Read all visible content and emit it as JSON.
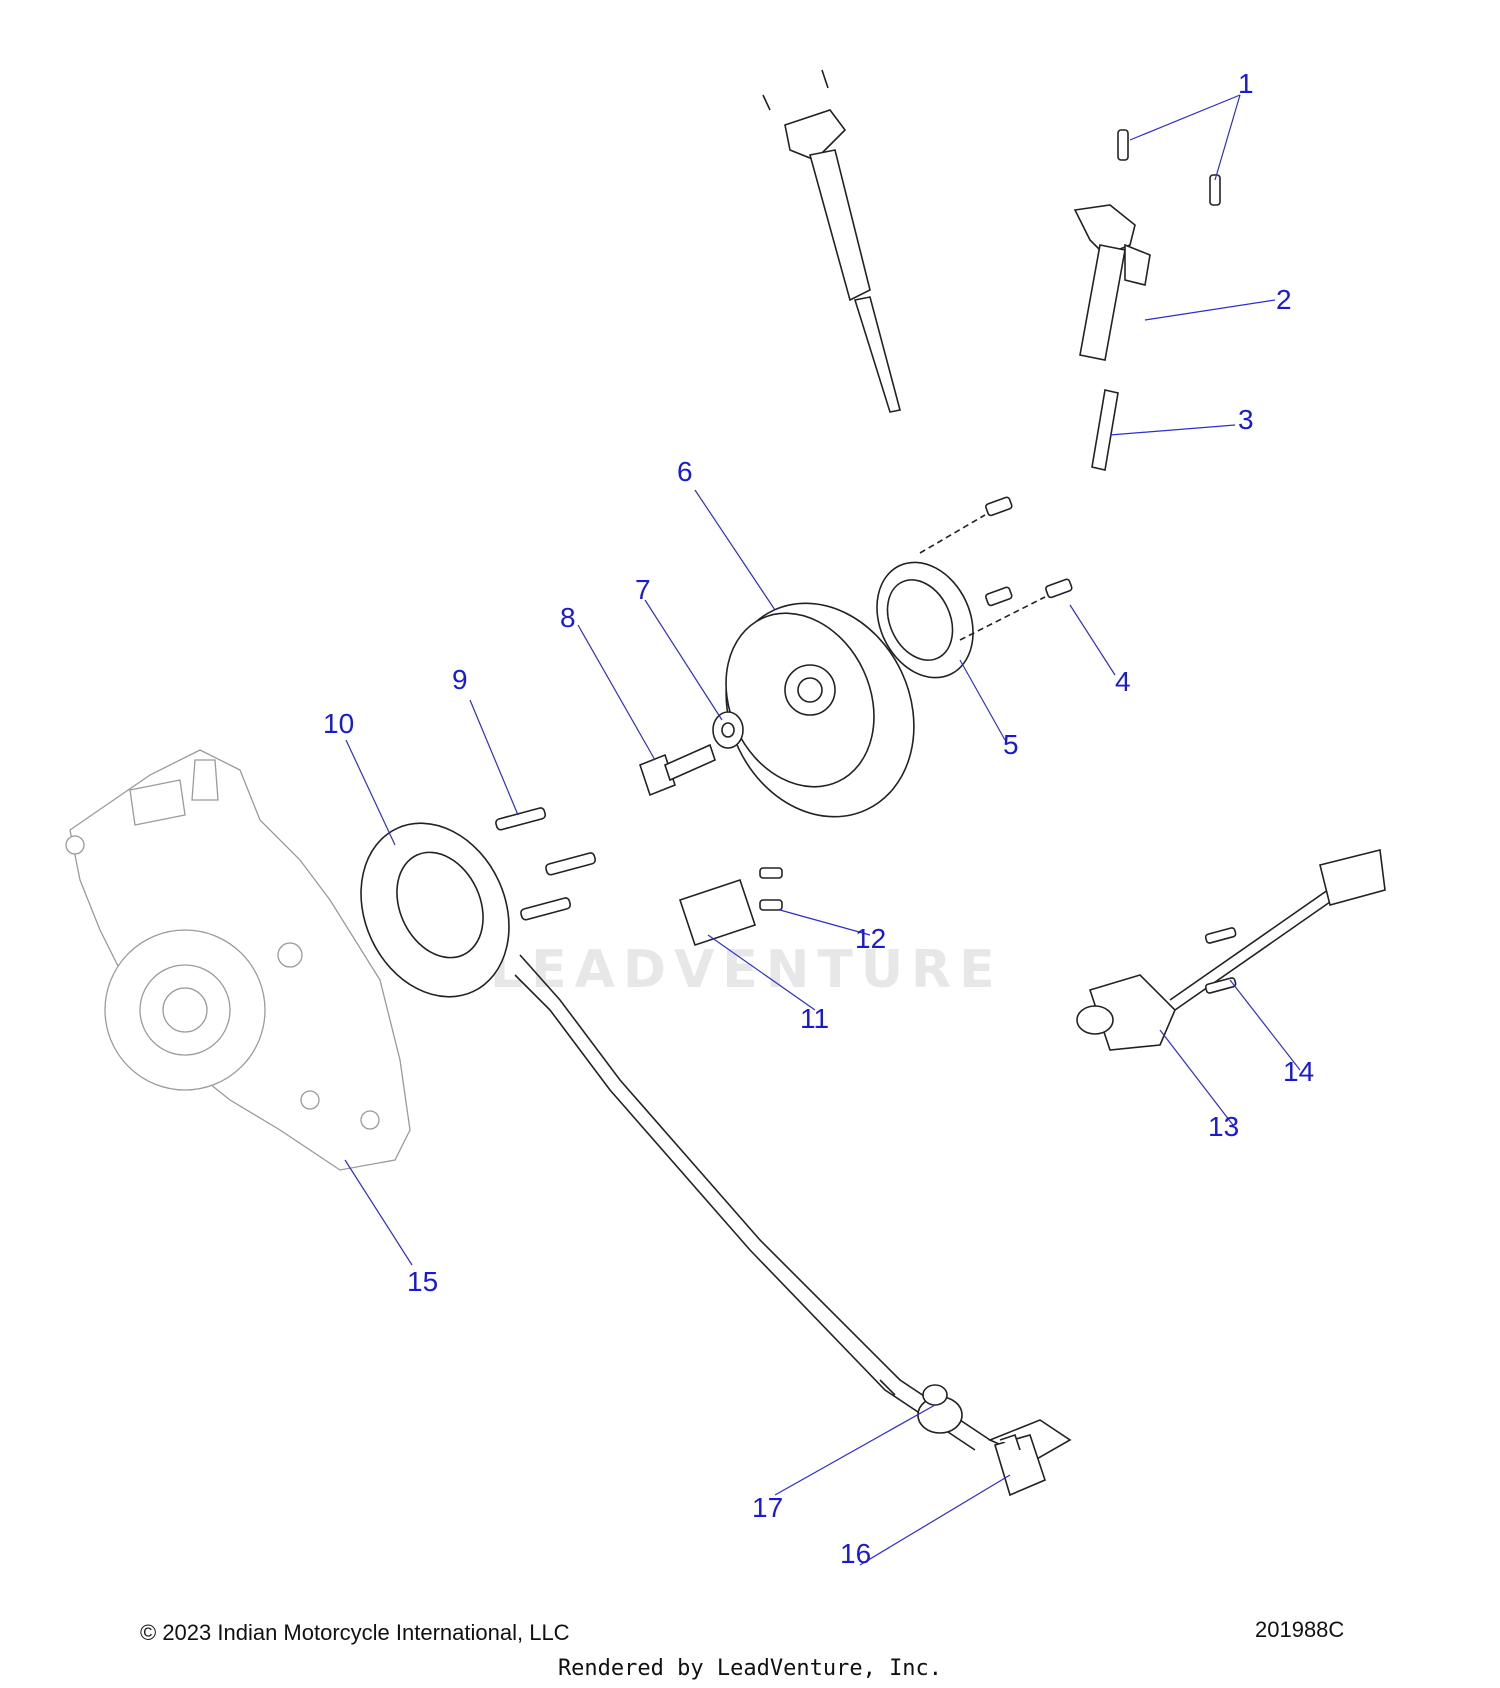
{
  "diagram": {
    "callouts": [
      "1",
      "2",
      "3",
      "4",
      "5",
      "6",
      "7",
      "8",
      "9",
      "10",
      "11",
      "12",
      "13",
      "14",
      "15",
      "16",
      "17"
    ],
    "accent_color": "#1a1ad6",
    "line_color": "#222222"
  },
  "watermark": {
    "text": "LEADVENTURE"
  },
  "footer": {
    "copyright": "© 2023 Indian Motorcycle International, LLC",
    "diagram_id": "201988C",
    "rendered_by": "Rendered by LeadVenture, Inc."
  }
}
